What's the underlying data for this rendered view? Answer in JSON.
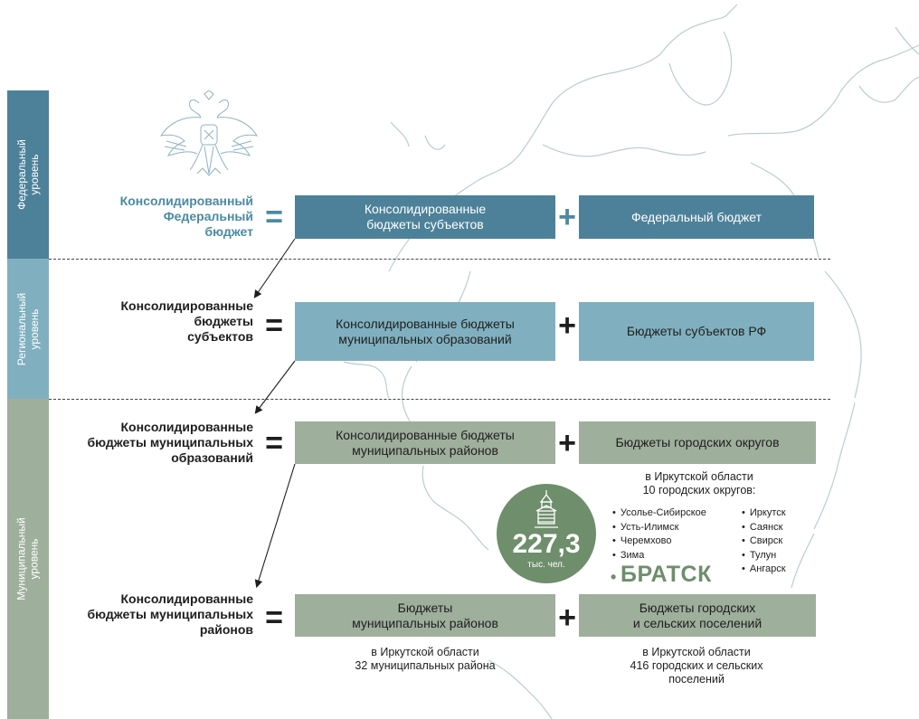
{
  "levels": {
    "federal": "Федеральный\nуровень",
    "regional": "Региональный\nуровень",
    "municipal": "Муниципальный\nуровень"
  },
  "rows": [
    {
      "label": "Консолидированный\nФедеральный\nбюджет",
      "operator_eq": "=",
      "box_left": "Консолидированные\nбюджеты субъектов",
      "operator_plus": "+",
      "box_right": "Федеральный бюджет"
    },
    {
      "label": "Консолидированные\nбюджеты\nсубъектов",
      "operator_eq": "=",
      "box_left": "Консолидированные бюджеты\nмуниципальных образований",
      "operator_plus": "+",
      "box_right": "Бюджеты субъектов РФ"
    },
    {
      "label": "Консолидированные\nбюджеты муниципальных\nобразований",
      "operator_eq": "=",
      "box_left": "Консолидированные бюджеты\nмуниципальных районов",
      "operator_plus": "+",
      "box_right": "Бюджеты городских округов"
    },
    {
      "label": "Консолидированные\nбюджеты муниципальных\nрайонов",
      "operator_eq": "=",
      "box_left": "Бюджеты\nмуниципальных районов",
      "operator_plus": "+",
      "box_right": "Бюджеты городских\nи сельских поселений"
    }
  ],
  "city_districts": {
    "note": "в Иркутской области\n10 городских округов:",
    "list_left": [
      "Усолье-Сибирское",
      "Усть-Илимск",
      "Черемхово",
      "Зима"
    ],
    "list_right": [
      "Иркутск",
      "Саянск",
      "Свирск",
      "Тулун",
      "Ангарск"
    ],
    "highlight": "БРАТСК"
  },
  "population_badge": {
    "value": "227,3",
    "unit": "тыс. чел."
  },
  "notes": {
    "municipal_districts": "в Иркутской области\n32 муниципальных района",
    "settlements": "в Иркутской области\n416 городских и сельских\nпоселений"
  },
  "colors": {
    "federal": "#4d8199",
    "regional": "#80b0bf",
    "municipal": "#9eaf9c",
    "label_blue": "#4a8aa3",
    "badge": "#6f8e6c",
    "map": "#b9cdd3"
  }
}
